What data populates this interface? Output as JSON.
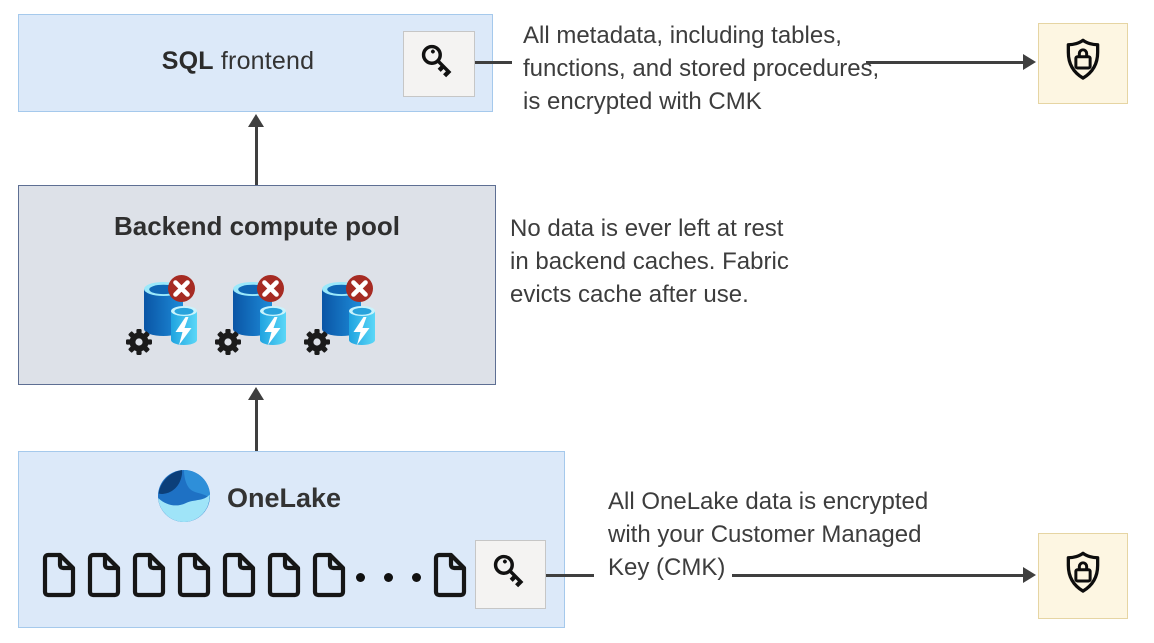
{
  "sql_frontend": {
    "title_bold": "SQL",
    "title_rest": " frontend",
    "key_icon": "key-icon"
  },
  "backend": {
    "title": "Backend compute pool",
    "cache_icon_count": 3,
    "cache_icon": "cache-compute-icon-with-error-badge"
  },
  "onelake": {
    "title": "OneLake",
    "logo_icon": "onelake-logo",
    "docs_before_ellipsis": 7,
    "ellipsis_dots": 3,
    "docs_after_ellipsis": 1,
    "key_icon": "key-icon"
  },
  "annotations": {
    "metadata": {
      "lines": [
        "All metadata, including tables,",
        "functions, and stored procedures,",
        "is encrypted with CMK"
      ]
    },
    "cache": {
      "lines": [
        "No data is ever left at rest",
        "in backend caches. Fabric",
        "evicts cache after use."
      ]
    },
    "onelake_data": {
      "lines": [
        "All OneLake data is encrypted",
        "with your Customer Managed",
        "Key (CMK)"
      ]
    }
  },
  "shields": {
    "icon": "shield-lock-icon",
    "count": 2
  },
  "colors": {
    "frontend_box_fill": "#dce9f9",
    "frontend_box_border": "#a5c9ec",
    "backend_box_fill": "#dde1e8",
    "backend_box_border": "#5e6f93",
    "onelake_box_fill": "#dce9f9",
    "onelake_box_border": "#a5c9ec",
    "shield_box_fill": "#fdf6e2",
    "shield_box_border": "#e6d5a3",
    "key_chip_fill": "#f4f3f2",
    "key_chip_border": "#c6c6c6",
    "arrow": "#3f3f3f",
    "error_badge": "#a62b23",
    "cylinder_blue": "#1e8cd9",
    "cylinder_cyan": "#5bd7f7"
  }
}
